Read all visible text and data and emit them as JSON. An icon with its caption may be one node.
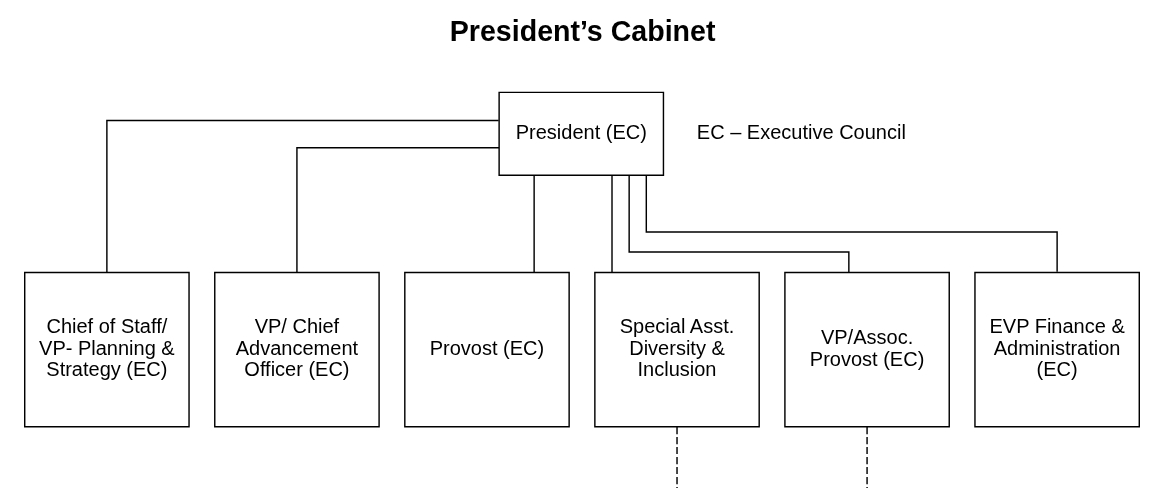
{
  "diagram": {
    "title": "President’s Cabinet",
    "nodes": [
      {
        "text": [
          "President (EC)"
        ]
      },
      {
        "text": [
          "Chief of Staff/ VP- Planning & Strategy (EC)"
        ]
      },
      {
        "text": [
          "VP/ Chief Advancement Officer (EC)"
        ]
      },
      {
        "text": [
          "Provost (EC)"
        ]
      },
      {
        "text": [
          "Special Asst. Diversity & Inclusion"
        ]
      },
      {
        "text": [
          "VP/Assoc. Provost (EC)"
        ]
      },
      {
        "text": [
          "EVP Finance & Administration (EC)"
        ]
      }
    ],
    "edges": [
      {
        "from": 0,
        "to": 1,
        "arrow": "none"
      },
      {
        "from": 0,
        "to": 2,
        "arrow": "none"
      },
      {
        "from": 0,
        "to": 3,
        "arrow": "none"
      },
      {
        "from": 0,
        "to": 4,
        "arrow": "none"
      },
      {
        "from": 0,
        "to": 5,
        "arrow": "none"
      },
      {
        "from": 0,
        "to": 6,
        "arrow": "none"
      },
      {
        "from": 4,
        "to": null,
        "arrow": "none",
        "style": "dashed"
      },
      {
        "from": 5,
        "to": null,
        "arrow": "none",
        "style": "dashed"
      }
    ],
    "labels": [
      "EC – Executive Council"
    ]
  }
}
